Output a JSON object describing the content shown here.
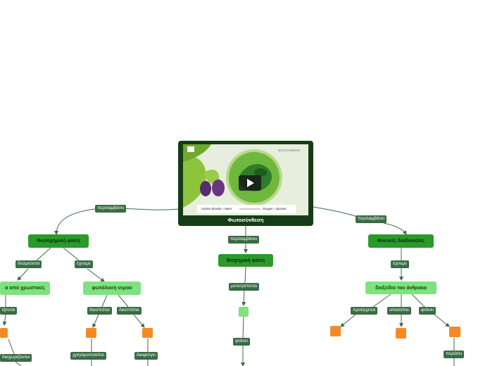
{
  "central": {
    "title": "Φωτοσύνθεση",
    "video": {
      "caption_top": "ΦΩΤΟΣΥΝΘΕΣΗ",
      "formula_left": "Carbon dioxide + water",
      "formula_mid": "Oxygen + glucose",
      "icon": "play-icon"
    }
  },
  "links": {
    "left_main": "περιλαμβάνει",
    "center_main": "περιλαμβάνει",
    "right_main": "περιλαμβάνει",
    "left_a": "δεσμεύεται",
    "left_b": "έχουμε",
    "left_c": "διαχωρίζονται",
    "left_c2": "ίζονται",
    "left_d": "διασπάται",
    "left_e": "διασπάται",
    "left_f": "χρησιμοποιείται",
    "left_g": "διαφεύγει",
    "center_a": "μετατρέπεται",
    "center_b": "φτάνει",
    "right_a": "έχουμε",
    "right_b": "προέρχεται",
    "right_c": "απαιτείται",
    "right_d": "φτάνει",
    "right_e": "περάσει"
  },
  "nodes": {
    "left_main": "Φωτοχημική φάση",
    "left_sub1": "α από χρωστικές",
    "left_sub2": "φωτόλυση νερού",
    "center_main": "Βιοχημική φάση",
    "right_main": "Φυσικές διαδικασίες",
    "right_sub1": "διοξείδιο του άνθρακα"
  },
  "colors": {
    "main_node": "#2a9a2a",
    "sub_node": "#7ee27e",
    "link_tag": "#3a6b45",
    "placeholder": "#f58a24",
    "line": "#3d6b45"
  }
}
